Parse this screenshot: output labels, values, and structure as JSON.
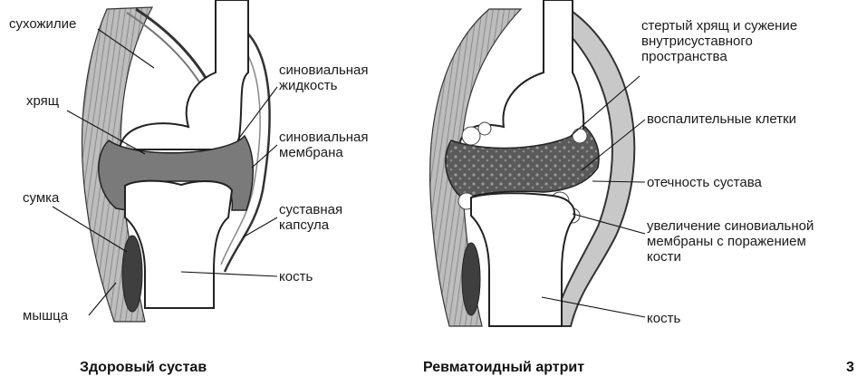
{
  "healthy": {
    "caption": "Здоровый сустав",
    "labels": {
      "tendon": "сухожилие",
      "cartilage": "хрящ",
      "bursa": "сумка",
      "muscle": "мышца",
      "synovial_fluid": [
        "синовиальная",
        "жидкость"
      ],
      "synovial_membrane": [
        "синовиальная",
        "мембрана"
      ],
      "joint_capsule": [
        "суставная",
        "капсула"
      ],
      "bone": "кость"
    }
  },
  "arthritis": {
    "caption": "Ревматоидный артрит",
    "labels": {
      "worn_cartilage": [
        "стертый хрящ и сужение",
        "внутрисуставного",
        "пространства"
      ],
      "inflammatory_cells": "воспалительные клетки",
      "swelling": "отечность сустава",
      "membrane_growth": [
        "увеличение синовиальной",
        "мембраны с поражением",
        "кости"
      ],
      "bone": "кость"
    }
  },
  "page_number": "3",
  "colors": {
    "bone_fill": "#ffffff",
    "outline": "#222222",
    "synovial_fluid": "#7a7a7a",
    "cartilage": "#e3e3e3",
    "muscle": "#9a9a9a",
    "bursa": "#444444",
    "swelling": "#c8c8c8",
    "inflamed": "#555555"
  }
}
